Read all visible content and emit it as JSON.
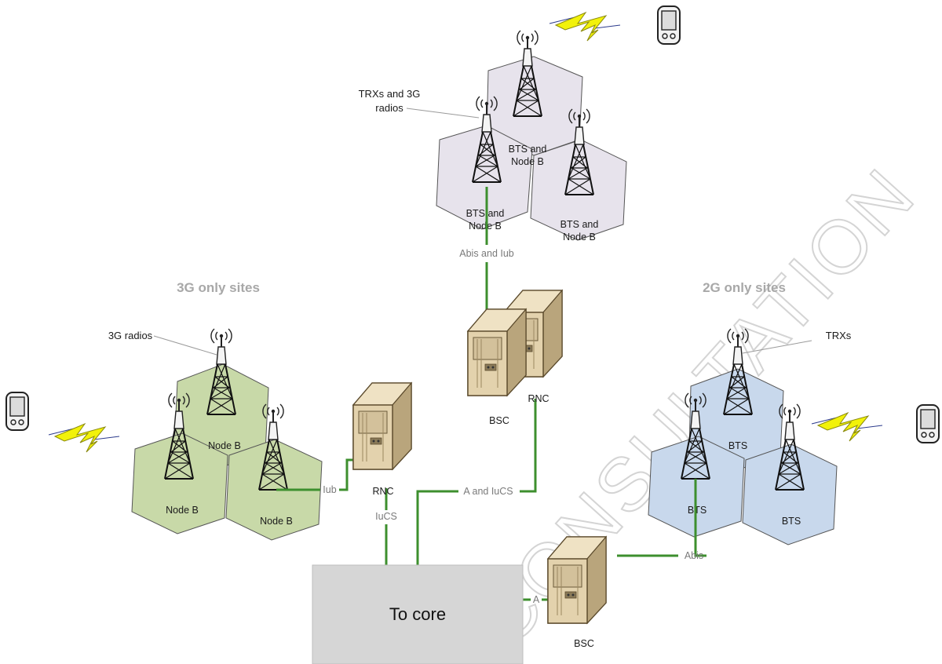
{
  "groups": {
    "three_g": "3G only sites",
    "two_g": "2G only sites"
  },
  "callouts": {
    "trx_3g_line1": "TRXs and 3G",
    "trx_3g_line2": "radios",
    "radios_3g": "3G radios",
    "trxs": "TRXs"
  },
  "nodes": {
    "bts_nodeb_line1": "BTS and",
    "bts_nodeb_line2": "Node B",
    "node_b": "Node B",
    "bts": "BTS",
    "bsc": "BSC",
    "rnc": "RNC",
    "core": "To core"
  },
  "links": {
    "abis_iub": "Abis and Iub",
    "iub": "Iub",
    "iucs": "IuCS",
    "a_iucs": "A and IuCS",
    "a": "A",
    "abis": "Abis"
  },
  "watermark": "CONSULTATION",
  "colors": {
    "mixed_cell": "#e7e3ec",
    "three_g_cell": "#c8d9a8",
    "two_g_cell": "#c8d8ec",
    "link": "#3d8f2e",
    "core_box": "#d6d6d6",
    "lightning": "#f2f20a",
    "server": "#e8d6b0"
  }
}
